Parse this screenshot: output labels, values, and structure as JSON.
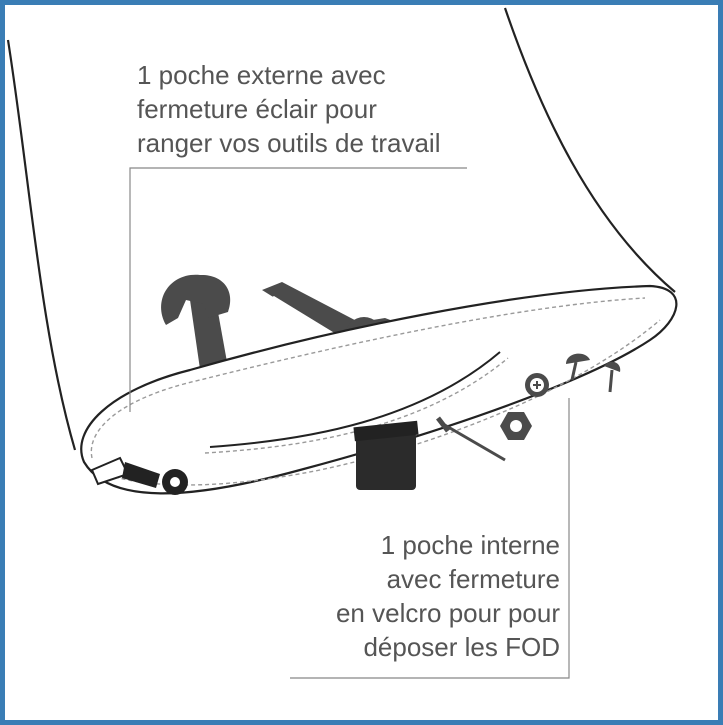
{
  "colors": {
    "frame": "#3a7db5",
    "outline": "#222222",
    "tool": "#4b4b4b",
    "velcro": "#2b2b2b",
    "stitch": "#9a9a9a",
    "text": "#555555"
  },
  "labels": {
    "top": {
      "line1": "1 poche externe avec",
      "line2": "fermeture éclair pour",
      "line3": "ranger vos outils de travail"
    },
    "bottom": {
      "line1": "1 poche interne",
      "line2": "avec fermeture",
      "line3": "en velcro pour pour",
      "line4": "déposer les FOD"
    }
  },
  "icons": [
    "wrench-icon",
    "pliers-icon",
    "zipper-pull-icon",
    "screw-icon",
    "nut-icon",
    "nail-icon",
    "rivet-icon",
    "velcro-strap-icon"
  ]
}
